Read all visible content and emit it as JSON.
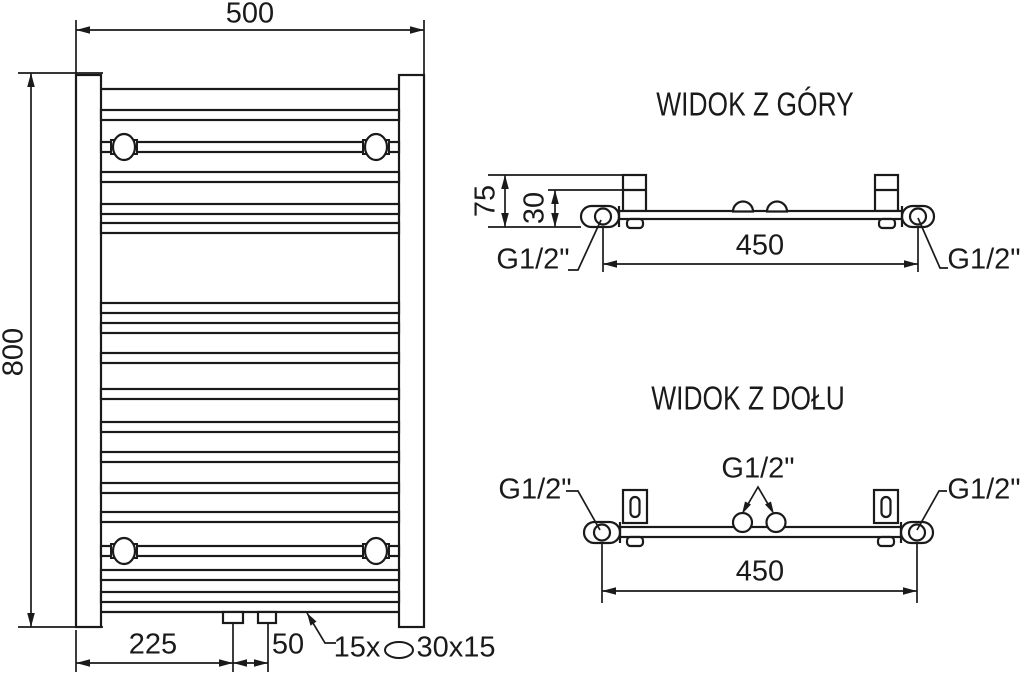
{
  "drawing": {
    "background": "#ffffff",
    "line_color": "#1a1a1a",
    "front_view": {
      "dim_width": "500",
      "dim_height": "800",
      "dim_connection_offset": "225",
      "dim_connection_spacing": "50",
      "rung_note_count": "15x",
      "rung_note_size": "30x15",
      "rung_count": 15
    },
    "top_view": {
      "title": "WIDOK Z GÓRY",
      "dim_bracket_depth": "75",
      "dim_tube_depth": "30",
      "dim_span": "450",
      "thread_left": "G1/2\"",
      "thread_right": "G1/2\""
    },
    "bottom_view": {
      "title": "WIDOK Z DOŁU",
      "dim_span": "450",
      "thread_left": "G1/2\"",
      "thread_center": "G1/2\"",
      "thread_right": "G1/2\""
    }
  }
}
